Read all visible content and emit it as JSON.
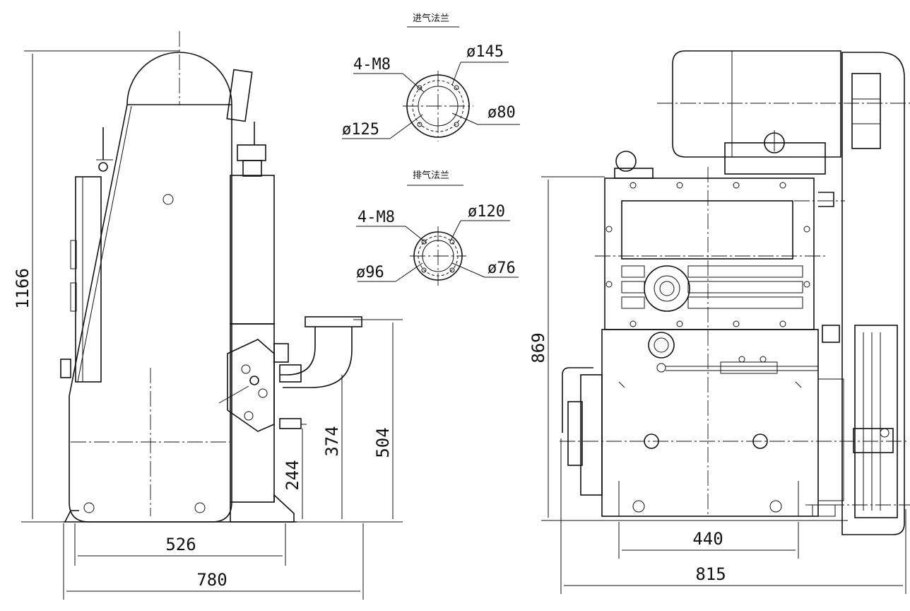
{
  "side_view": {
    "dimensions": {
      "height_total": "1166",
      "base_width": "526",
      "overall_width": "780",
      "h_504": "504",
      "h_374": "374",
      "h_244": "244"
    }
  },
  "front_view": {
    "dimensions": {
      "height": "869",
      "base_width": "440",
      "overall_width": "815"
    }
  },
  "inlet_flange": {
    "title": "进气法兰",
    "bolts": "4-M8",
    "outer_dia": "ø145",
    "bolt_circle": "ø125",
    "bore": "ø80"
  },
  "outlet_flange": {
    "title": "排气法兰",
    "bolts": "4-M8",
    "outer_dia": "ø120",
    "bolt_circle": "ø96",
    "bore": "ø76"
  }
}
